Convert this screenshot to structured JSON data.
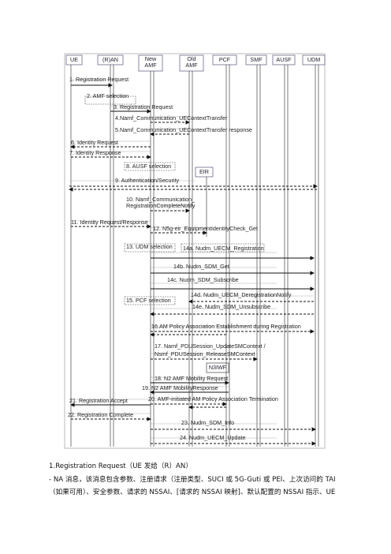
{
  "entities": [
    "UE",
    "(R)AN",
    "New AMF",
    "Old AMF",
    "PCF",
    "SMF",
    "AUSF",
    "UDM"
  ],
  "eir_label": "EIR",
  "n3iwf_label": "N3IWF",
  "steps": [
    {
      "label": "1. Registration Request"
    },
    {
      "label": "2. AMF selection"
    },
    {
      "label": "3. Registration Request"
    },
    {
      "label": "4.Namf_Communication_UEContextTransfer"
    },
    {
      "label": "5.Namf_Communication_UEContextTransfer response"
    },
    {
      "label": "6. Identity Request"
    },
    {
      "label": "7. Identity Response"
    },
    {
      "label": "8. AUSF selection"
    },
    {
      "label": "9. Authentication/Security"
    },
    {
      "label": "10. Namf_Communication_"
    },
    {
      "label": "RegistrationCompleteNotify"
    },
    {
      "label": "11. Identity Request/Response"
    },
    {
      "label": "12. N5g-eir_EquipmentIdentityCheck_Get"
    },
    {
      "label": "13. UDM selection"
    },
    {
      "label": "14a. Nudm_UECM_Registration"
    },
    {
      "label": "14b. Nudm_SDM_Get"
    },
    {
      "label": "14c. Nudm_SDM_Subscribe"
    },
    {
      "label": "14d. Nudm_UECM_DeregistrationNotify"
    },
    {
      "label": "14e. Nudm_SDM_Unsubscribe"
    },
    {
      "label": "15. PCF selection"
    },
    {
      "label": "16.AM Policy Association Establishment during Registration"
    },
    {
      "label": "17. Namf_PDUSession_UpdateSMContext /"
    },
    {
      "label": "Nsmf_PDUSession_ReleaseSMContext"
    },
    {
      "label": "18. N2 AMF Mobility Request"
    },
    {
      "label": "19. N2 AMF MobilityResponse"
    },
    {
      "label": "20. AMF-initiated AM Policy Association Termination"
    },
    {
      "label": "21. Registration Accept"
    },
    {
      "label": "22. Registration Complete"
    },
    {
      "label": "23. Nudm_SDM_Info"
    },
    {
      "label": "24. Nudm_UECM_Update"
    }
  ],
  "doc": {
    "heading": "1.Registration Request（UE 发给（R）AN）",
    "line1": "- NA 消息，该消息包含参数、注册请求（注册类型、SUCI 或 5G-Guti 或 PEI、上次访问的 TAI",
    "line2": "（如果可用）、安全参数、请求的 NSSAI、[请求的 NSSAI 映射]、默认配置的 NSSAI 指示、UE"
  }
}
